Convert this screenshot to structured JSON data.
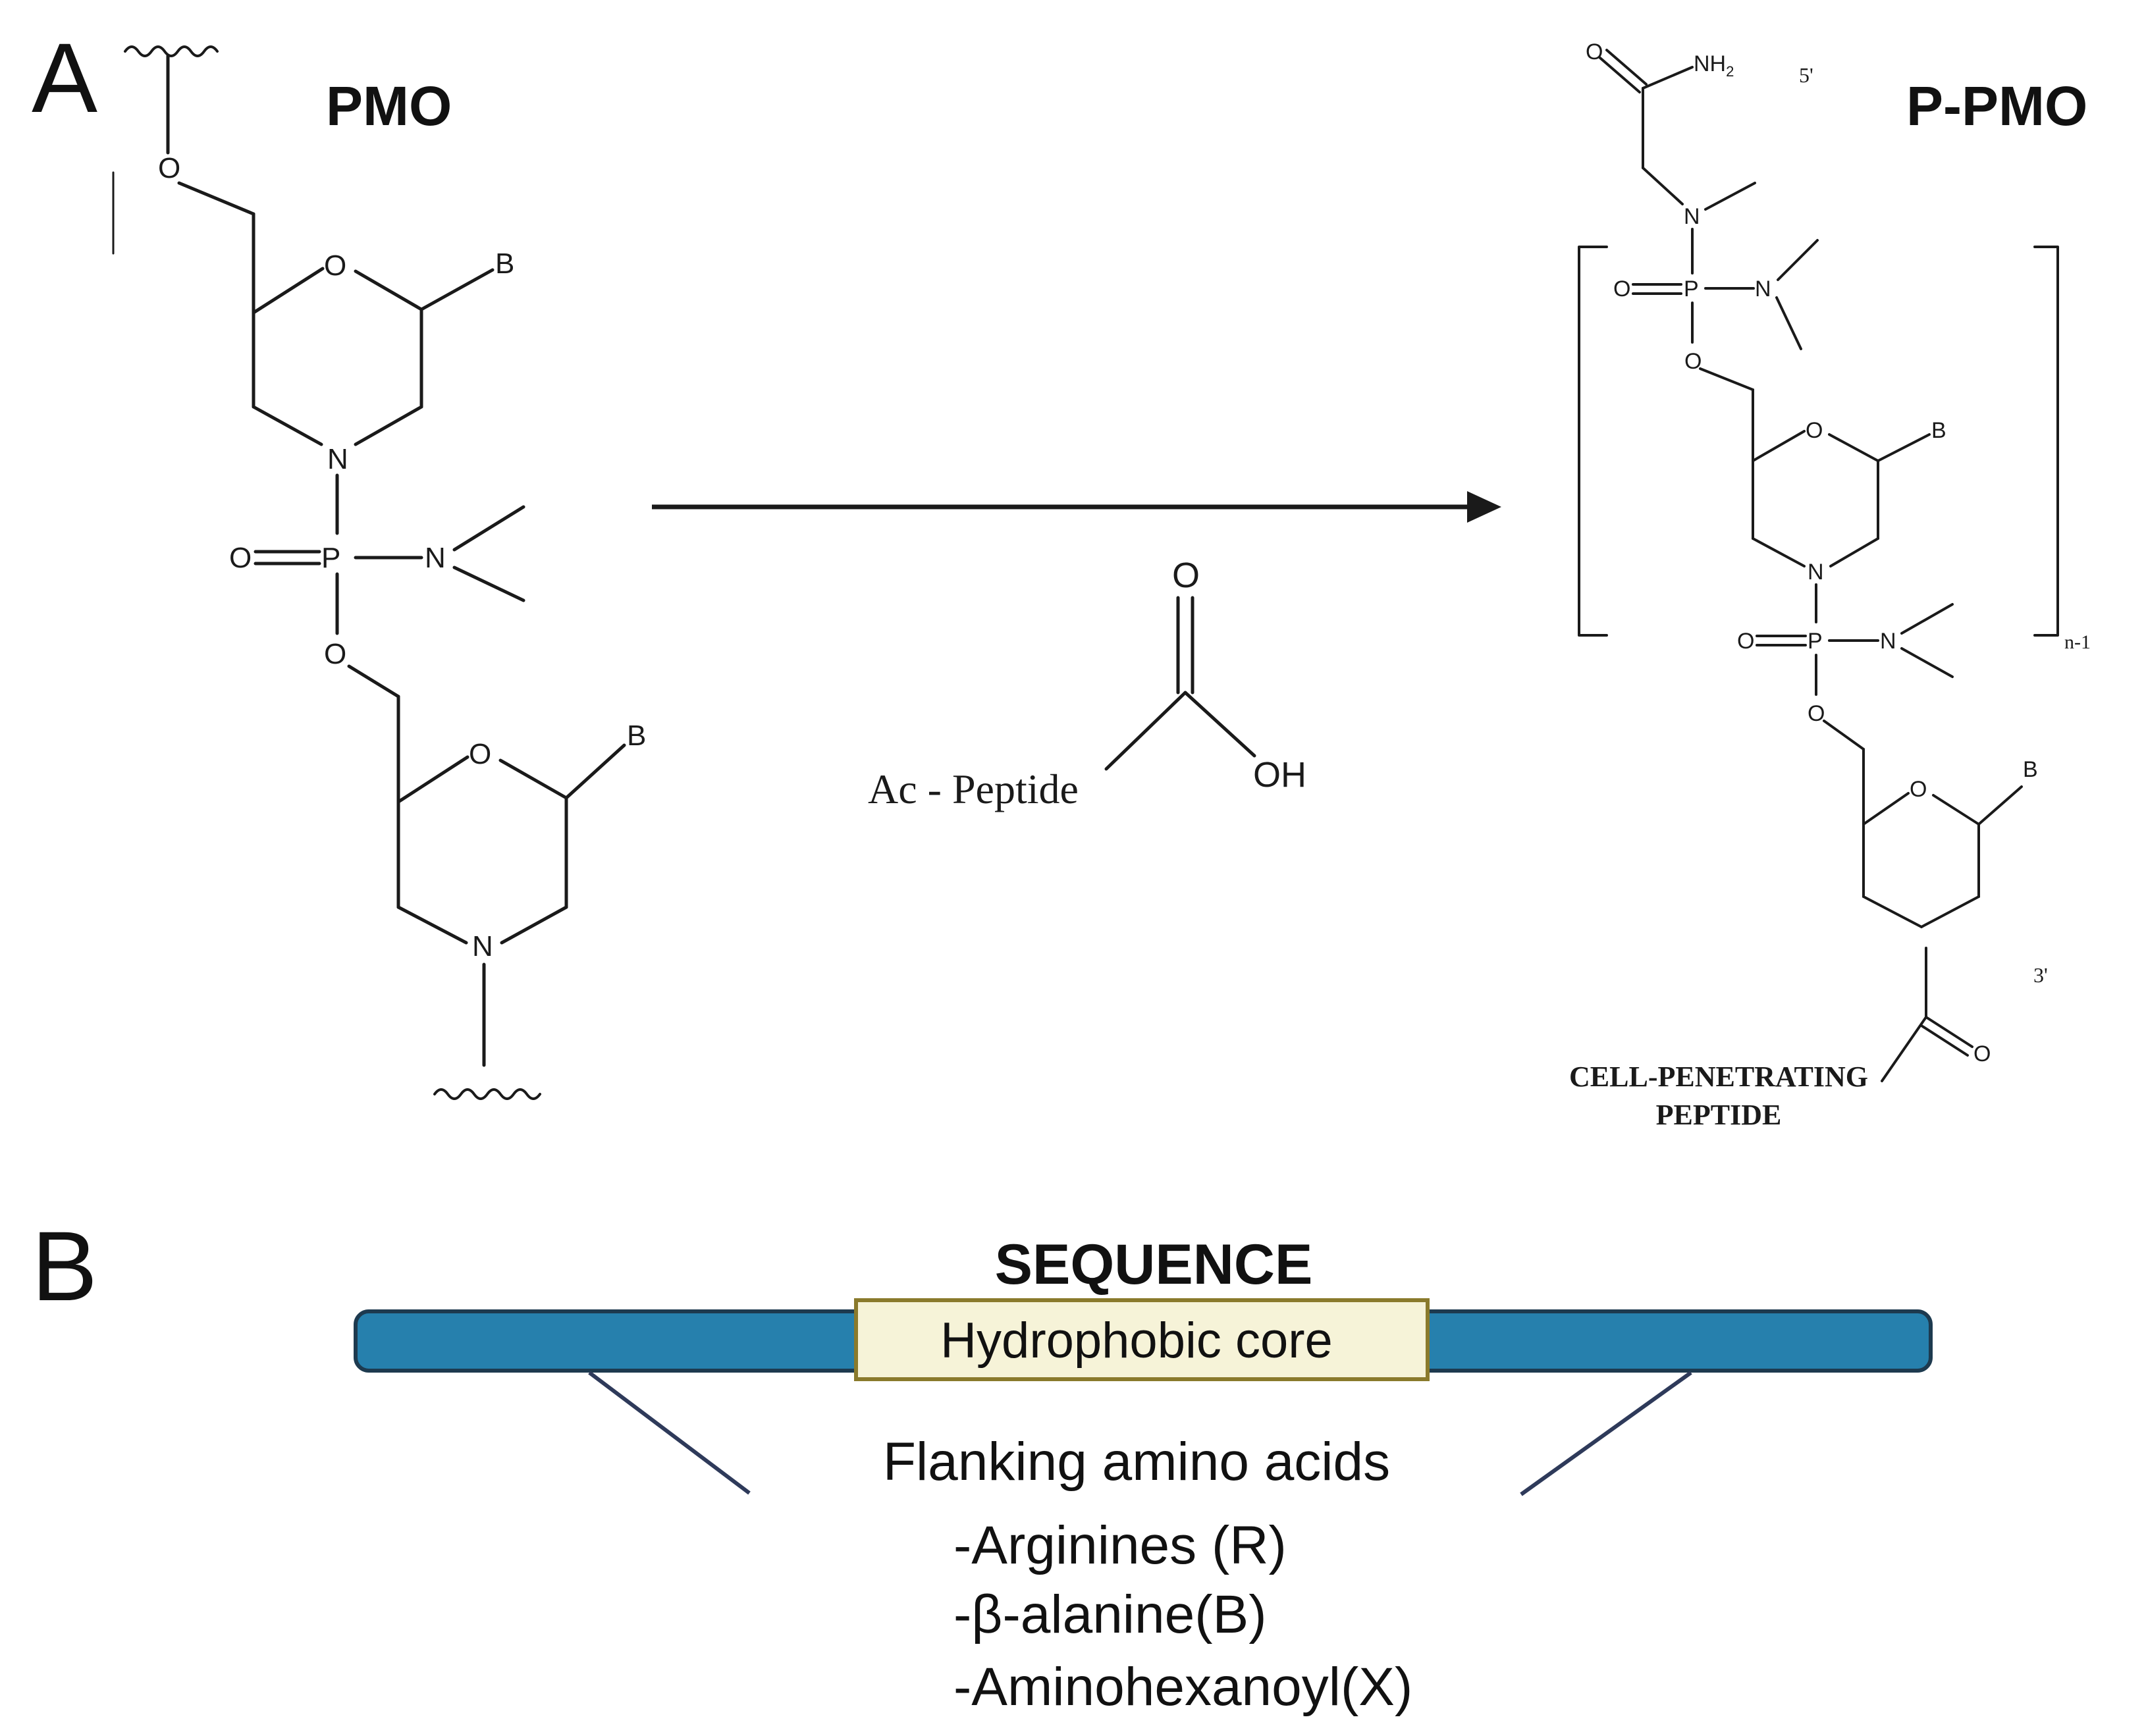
{
  "panel_a": {
    "letter": "A",
    "left_molecule": {
      "title": "PMO",
      "atoms": {
        "o1": "O",
        "o_ring1": "O",
        "b1": "B",
        "n1": "N",
        "o_dbl": "O",
        "p": "P",
        "n_dim": "N",
        "o_link": "O",
        "o_ring2": "O",
        "b2": "B",
        "n2": "N"
      }
    },
    "reagent": {
      "label": "Ac - Peptide",
      "carbonyl_o": "O",
      "hydroxyl": "OH"
    },
    "right_molecule": {
      "title": "P-PMO",
      "five_prime": "5'",
      "three_prime": "3'",
      "repeat_subscript": "n-1",
      "terminal_label_line1": "CELL-PENETRATING",
      "terminal_label_line2": "PEPTIDE",
      "atoms": {
        "o_amide": "O",
        "nh2": "NH",
        "nh2_sub": "2",
        "n_top": "N",
        "o_dbl1": "O",
        "p1": "P",
        "n_dim1": "N",
        "o_link1": "O",
        "o_ring1": "O",
        "b1": "B",
        "n_ring": "N",
        "o_dbl2": "O",
        "p2": "P",
        "n_dim2": "N",
        "o_link2": "O",
        "o_ring2": "O",
        "b2": "B",
        "o_carbonyl": "O"
      }
    }
  },
  "panel_b": {
    "letter": "B",
    "title": "SEQUENCE",
    "core_label": "Hydrophobic core",
    "flanking_title": "Flanking amino acids",
    "flanking_items": [
      "-Arginines (R)",
      "-β-alanine(B)",
      "-Aminohexanoyl(X)"
    ],
    "colors": {
      "bar": "#2680ad",
      "bar_border": "#1d3a4f",
      "core_fill": "#f6f3d8",
      "core_border": "#8a7a2c",
      "callout_line": "#2e3a5a"
    }
  }
}
